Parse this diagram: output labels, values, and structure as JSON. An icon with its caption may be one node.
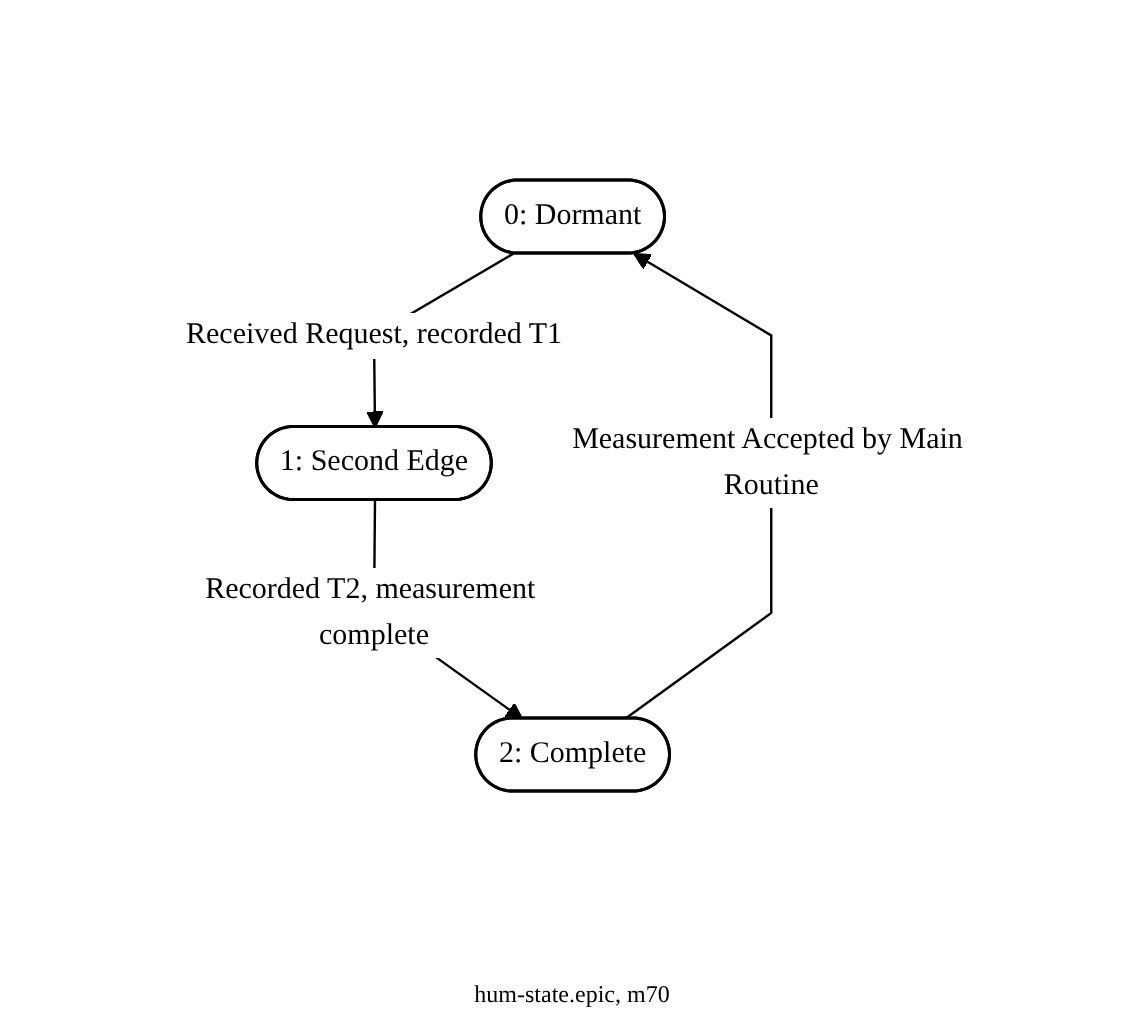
{
  "diagram": {
    "caption": "hum-state.epic, m70",
    "nodes": [
      {
        "text": [
          "0: Dormant"
        ]
      },
      {
        "text": [
          "1: Second Edge"
        ]
      },
      {
        "text": [
          "2: Complete"
        ]
      }
    ],
    "edges": [
      {
        "from": 0,
        "to": 1,
        "arrow": "to",
        "label": "Received Request, recorded T1"
      },
      {
        "from": 1,
        "to": 2,
        "arrow": "to",
        "label": "Recorded T2, measurement complete"
      },
      {
        "from": 2,
        "to": 0,
        "arrow": "to",
        "label": "Measurement Accepted by Main Routine"
      }
    ]
  }
}
